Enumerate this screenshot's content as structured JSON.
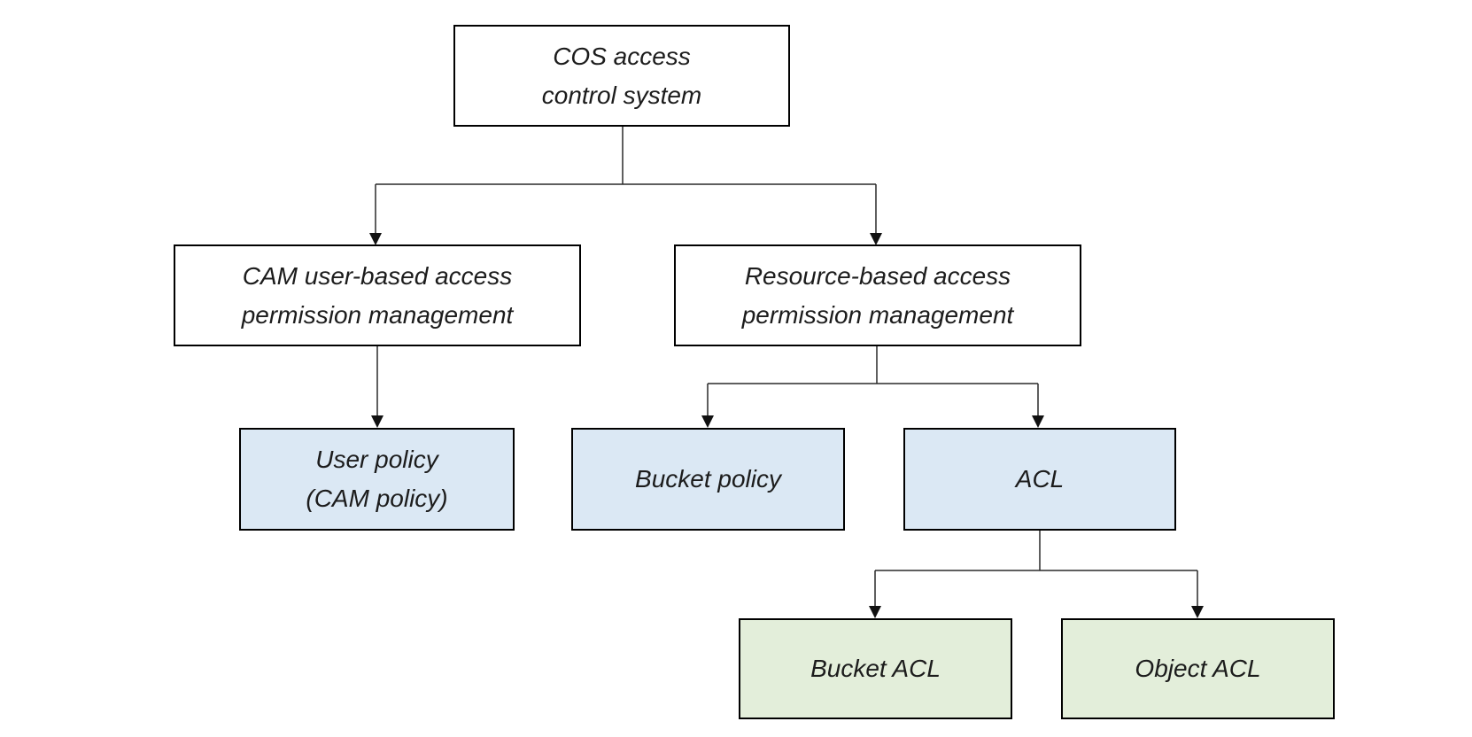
{
  "diagram": {
    "palette": {
      "node_border": "#000000",
      "connector": "#2a2a2a",
      "fill_white": "#ffffff",
      "fill_blue": "#dbe8f4",
      "fill_green": "#e3eeda",
      "text": "#1c1c1c"
    },
    "nodes": {
      "root": {
        "label": "COS access\ncontrol system",
        "fill": "white"
      },
      "cam": {
        "label": "CAM user-based access\npermission management",
        "fill": "white"
      },
      "resource": {
        "label": "Resource-based access\npermission management",
        "fill": "white"
      },
      "user_policy": {
        "label": "User policy\n(CAM policy)",
        "fill": "blue"
      },
      "bucket_policy": {
        "label": "Bucket policy",
        "fill": "blue"
      },
      "acl": {
        "label": "ACL",
        "fill": "blue"
      },
      "bucket_acl": {
        "label": "Bucket ACL",
        "fill": "green"
      },
      "object_acl": {
        "label": "Object ACL",
        "fill": "green"
      }
    },
    "edges": [
      {
        "from": "root",
        "to": "cam"
      },
      {
        "from": "root",
        "to": "resource"
      },
      {
        "from": "cam",
        "to": "user_policy"
      },
      {
        "from": "resource",
        "to": "bucket_policy"
      },
      {
        "from": "resource",
        "to": "acl"
      },
      {
        "from": "acl",
        "to": "bucket_acl"
      },
      {
        "from": "acl",
        "to": "object_acl"
      }
    ]
  }
}
